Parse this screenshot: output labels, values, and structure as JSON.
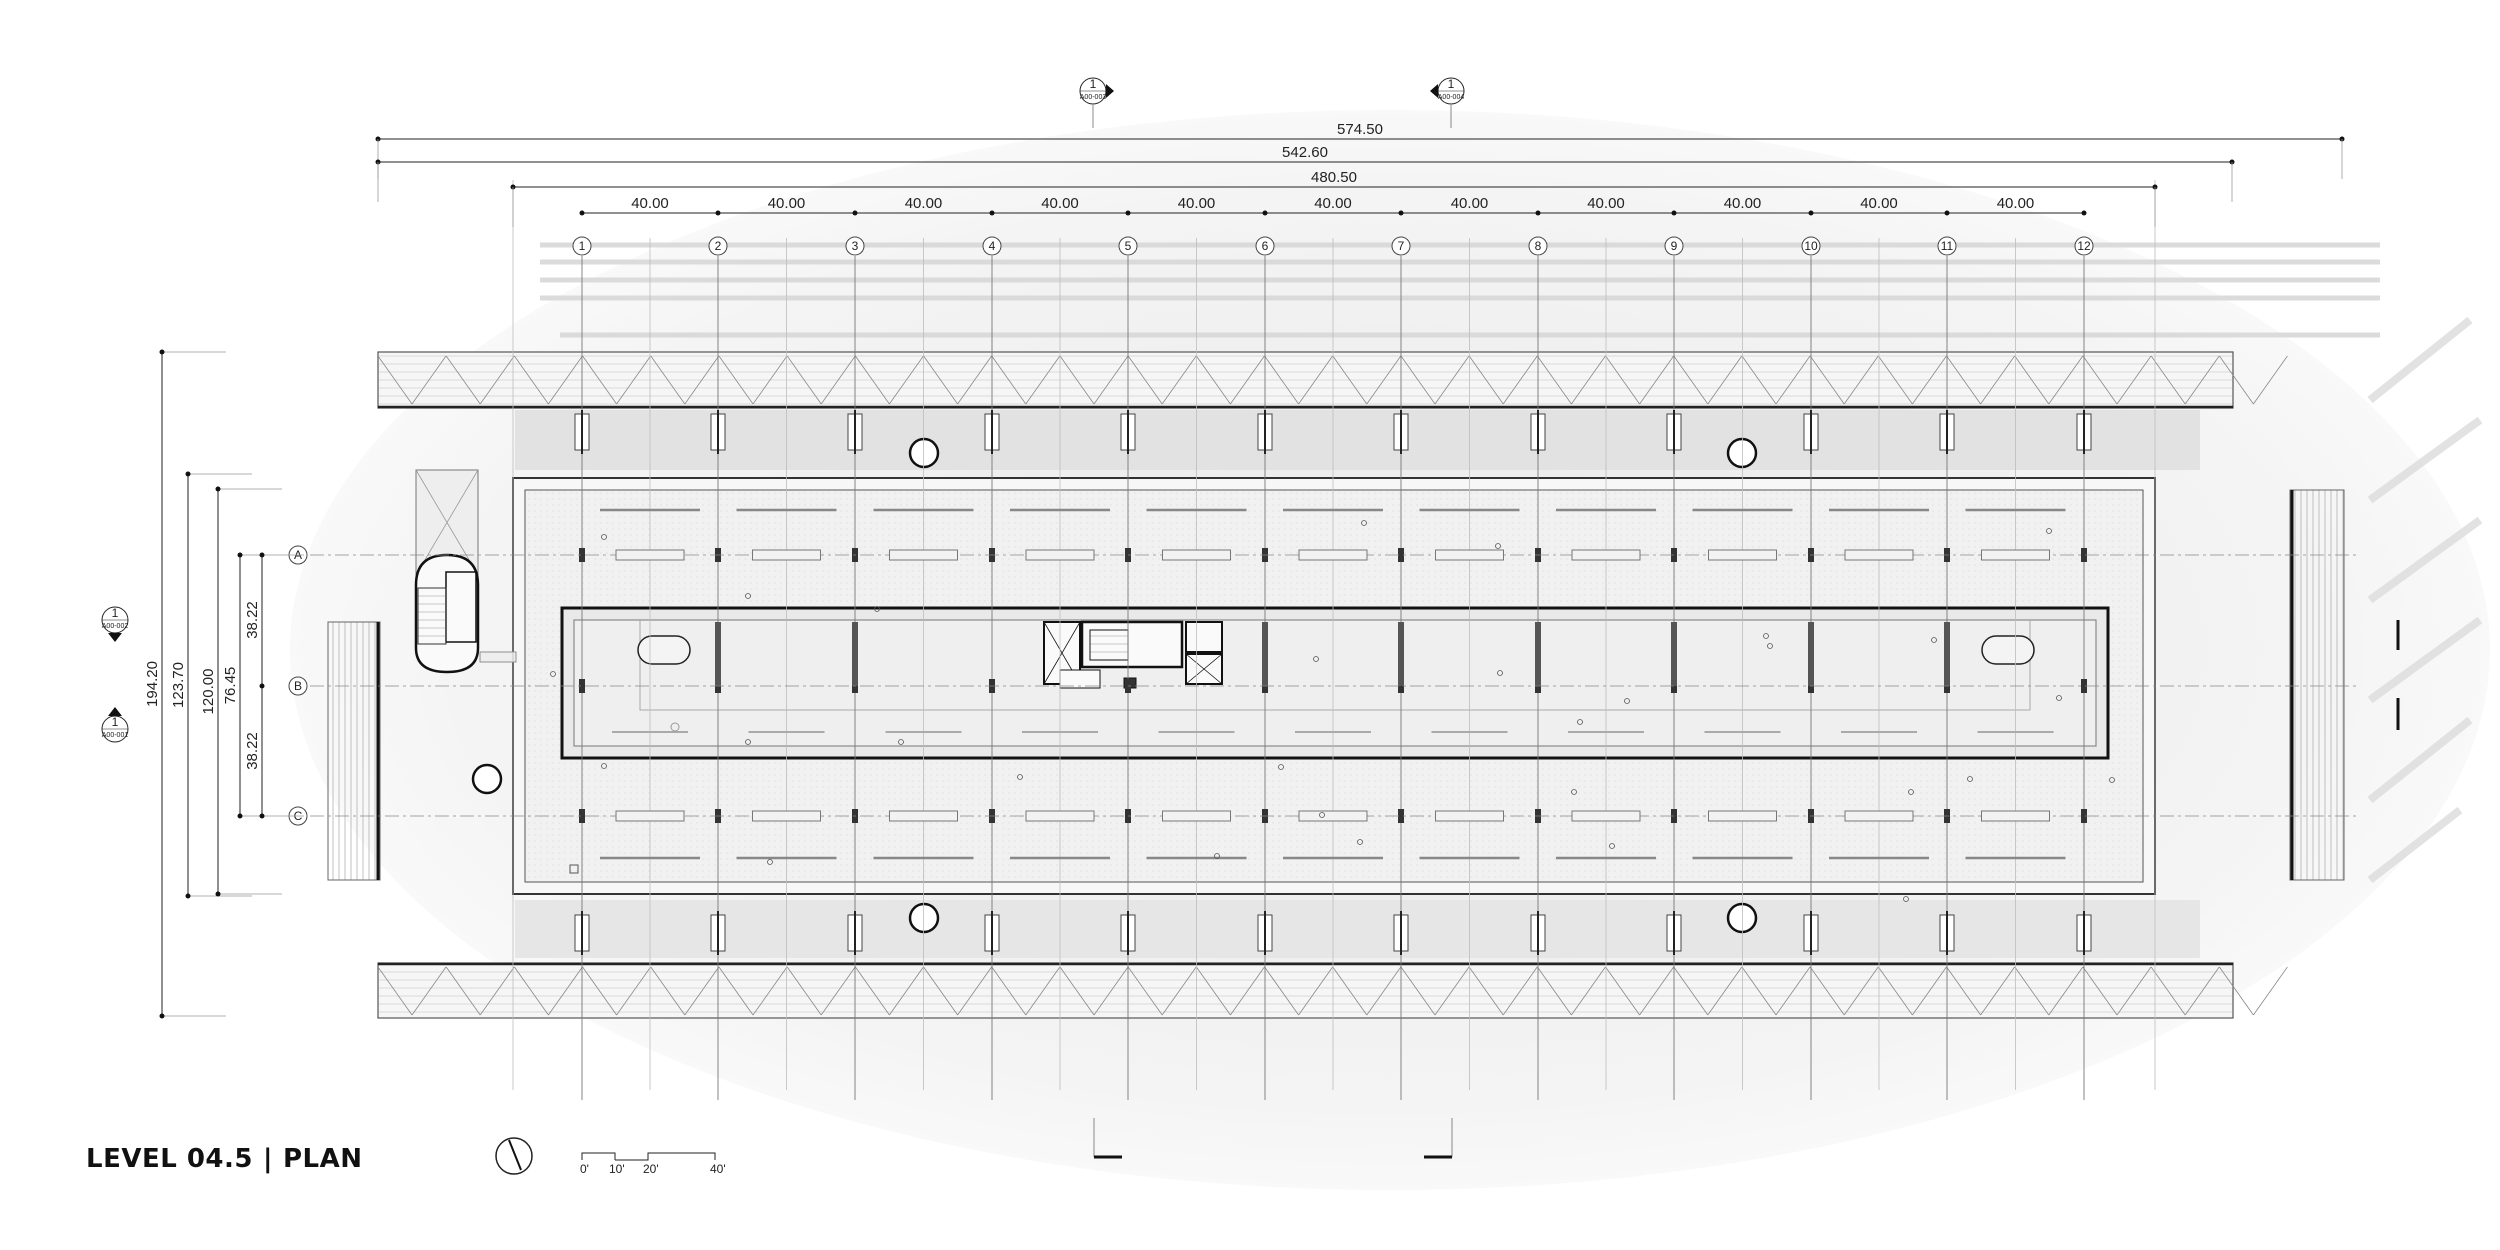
{
  "title": {
    "level": "LEVEL 04.5",
    "separator": "|",
    "view": "PLAN"
  },
  "dimensions": {
    "overall": [
      "574.50",
      "542.60",
      "480.50"
    ],
    "bays": [
      "40.00",
      "40.00",
      "40.00",
      "40.00",
      "40.00",
      "40.00",
      "40.00",
      "40.00",
      "40.00",
      "40.00",
      "40.00"
    ],
    "vertical": [
      "194.20",
      "123.70",
      "120.00",
      "76.45",
      "38.22",
      "38.22"
    ]
  },
  "grid": {
    "columns": [
      "1",
      "2",
      "3",
      "4",
      "5",
      "6",
      "7",
      "8",
      "9",
      "10",
      "11",
      "12"
    ],
    "rows": [
      "A",
      "B",
      "C"
    ]
  },
  "section_marks": [
    {
      "num": "1",
      "sheet": "A00-003"
    },
    {
      "num": "1",
      "sheet": "A00-004"
    },
    {
      "num": "1",
      "sheet": "A00-002"
    },
    {
      "num": "1",
      "sheet": "A00-001"
    }
  ],
  "scale_bar": {
    "labels": [
      "0'",
      "10'",
      "20'",
      "40'"
    ]
  },
  "icons": {
    "north": "north-arrow-icon",
    "section": "section-marker-icon"
  }
}
